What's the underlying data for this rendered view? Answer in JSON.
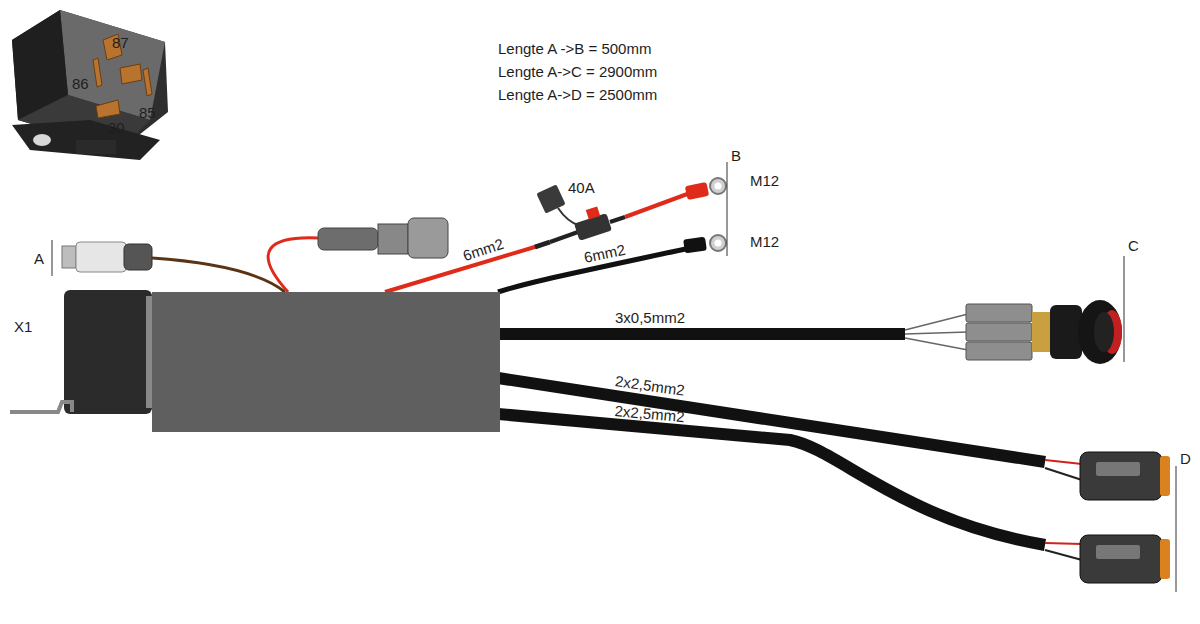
{
  "diagram": {
    "labels": [
      "Lengte A ->B = 500mm",
      "Lengte A->C = 2900mm",
      "Lengte A->D = 2500mm",
      "87",
      "86",
      "85",
      "30",
      "A",
      "X1",
      "40A",
      "B",
      "M12",
      "M12",
      "6mm2",
      "6mm2",
      "3x0,5mm2",
      "2x2,5mm2",
      "2x2,5mm2",
      "C",
      "D"
    ]
  }
}
